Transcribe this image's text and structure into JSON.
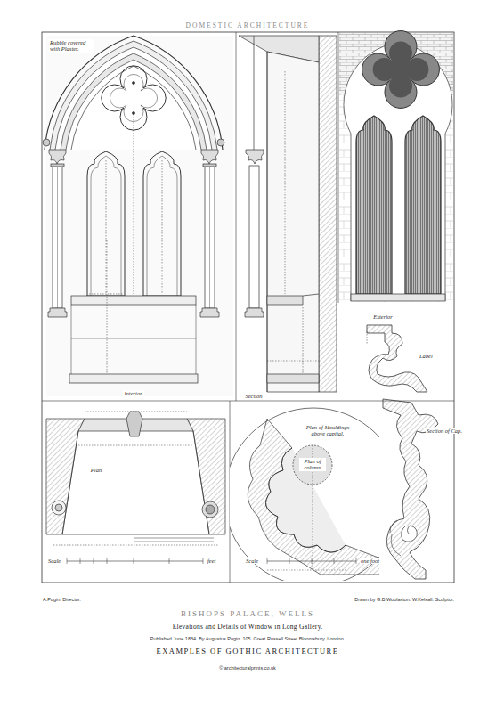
{
  "diagram": {
    "title": "BISHOPS PALACE, WELLS",
    "caption": "Elevations and Details of Window in Long Gallery.",
    "labels": [
      "DOMESTIC ARCHITECTURE",
      "Rubble covered with Plaster.",
      "Interior.",
      "Section",
      "Exterior",
      "Label",
      "Plan of Mouldings above capital.",
      "Section of Cap.",
      "Plan of column",
      "Plan",
      "Scale",
      "feet",
      "Scale",
      "one foot",
      "A.Pugin. Director.",
      "Drawn by G.B.Woolaston. W.Kelsall. Sculptor.",
      "Published June 1834. By Augustus Pugin. 105. Great Russell Street Bloomsbury. London.",
      "EXAMPLES OF GOTHIC ARCHITECTURE",
      "© architecturalprints.co.uk"
    ]
  }
}
